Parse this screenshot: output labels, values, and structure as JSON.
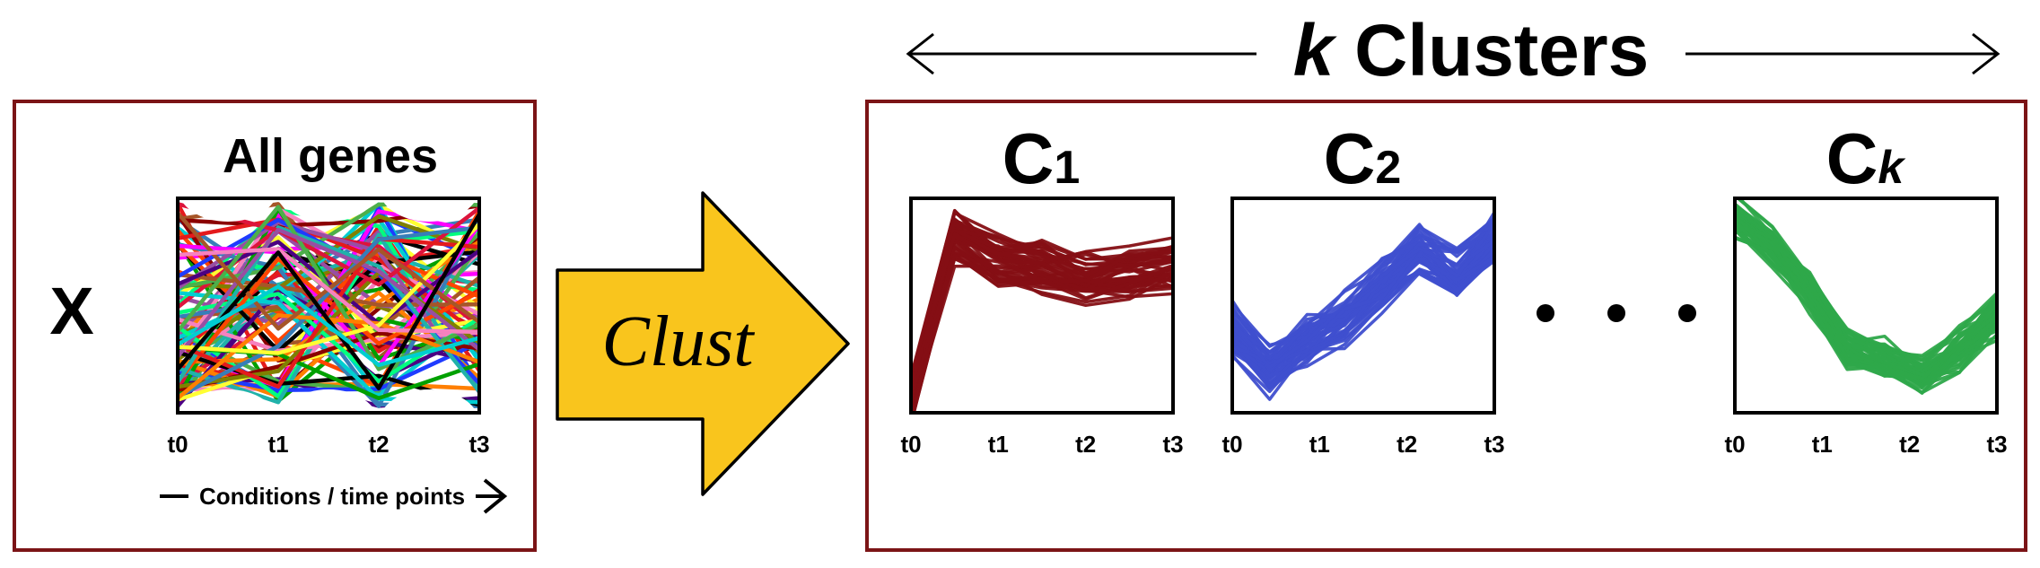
{
  "colors": {
    "frame": "#7b1416",
    "cluster1": "#850f14",
    "cluster2": "#3f4fcf",
    "cluster3": "#2ea84a",
    "arrow_fill": "#f9c51d",
    "ink": "#000000"
  },
  "input_panel": {
    "x_label": "X",
    "chart_title": "All genes",
    "ticks": [
      "t0",
      "t1",
      "t2",
      "t3"
    ],
    "axis_caption": "Conditions / time points"
  },
  "process_arrow": {
    "label": "Clust"
  },
  "clusters_header": {
    "k": "k",
    "label": "Clusters"
  },
  "clusters": [
    {
      "name": "C",
      "sub": "1",
      "color_key": "cluster1",
      "ticks": [
        "t0",
        "t1",
        "t2",
        "t3"
      ]
    },
    {
      "name": "C",
      "sub": "2",
      "color_key": "cluster2",
      "ticks": [
        "t0",
        "t1",
        "t2",
        "t3"
      ]
    },
    {
      "name": "C",
      "sub": "k",
      "color_key": "cluster3",
      "ticks": [
        "t0",
        "t1",
        "t2",
        "t3"
      ]
    }
  ]
}
